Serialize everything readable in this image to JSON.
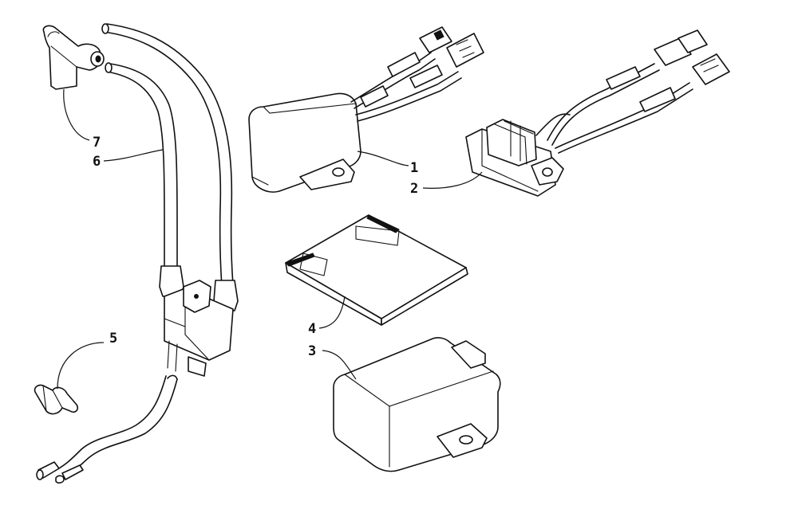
{
  "callouts": {
    "c1": "1",
    "c2": "2",
    "c3": "3",
    "c4": "4",
    "c5": "5",
    "c6": "6",
    "c7": "7"
  },
  "colors": {
    "ink": "#111111",
    "background": "#ffffff"
  }
}
